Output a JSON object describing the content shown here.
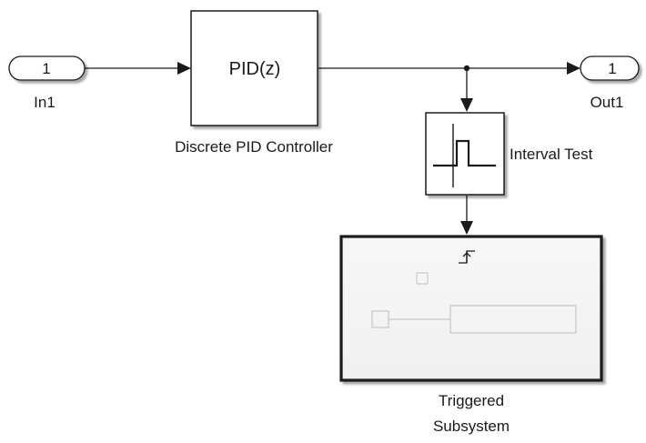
{
  "diagram": {
    "inport": {
      "number": "1",
      "name": "In1"
    },
    "outport": {
      "number": "1",
      "name": "Out1"
    },
    "pid_block": {
      "text": "PID(z)",
      "name": "Discrete PID Controller"
    },
    "interval_test": {
      "name": "Interval Test",
      "icon": "pulse-icon"
    },
    "triggered_subsystem": {
      "name_line1": "Triggered",
      "name_line2": "Subsystem",
      "icon": "trigger-icon"
    }
  }
}
